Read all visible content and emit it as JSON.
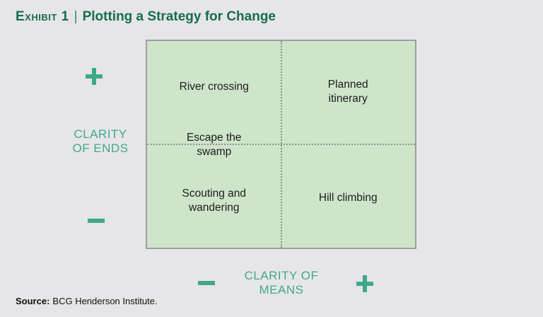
{
  "header": {
    "exhibit_label": "Exhibit 1",
    "separator": "|",
    "title": "Plotting a Strategy for Change"
  },
  "matrix": {
    "quadrants": [
      {
        "position": "top-left",
        "label": "River crossing"
      },
      {
        "position": "top-right",
        "label": "Planned itinerary"
      },
      {
        "position": "bottom-left",
        "label": "Scouting and wandering"
      },
      {
        "position": "bottom-right",
        "label": "Hill climbing"
      }
    ],
    "boundary_label": "Escape the swamp"
  },
  "axes": {
    "y_axis": {
      "name": "CLARITY OF ENDS",
      "lines": [
        "CLARITY",
        "OF ENDS"
      ],
      "positive_icon": "plus-icon",
      "negative_icon": "minus-icon"
    },
    "x_axis": {
      "name": "CLARITY OF MEANS",
      "lines": [
        "CLARITY OF",
        "MEANS"
      ],
      "positive_icon": "plus-icon",
      "negative_icon": "minus-icon"
    }
  },
  "source": {
    "prefix": "Source:",
    "text": "BCG Henderson Institute."
  },
  "colors": {
    "title_green": "#176c50",
    "separator_green": "#2c8767",
    "axis_green": "#3fa88b",
    "matrix_fill": "#cee5ca",
    "matrix_border": "#9aa09e",
    "divider_gray": "#8c918c",
    "text_dark": "#1c1c1c",
    "page_bg": "#e6e6e8"
  }
}
